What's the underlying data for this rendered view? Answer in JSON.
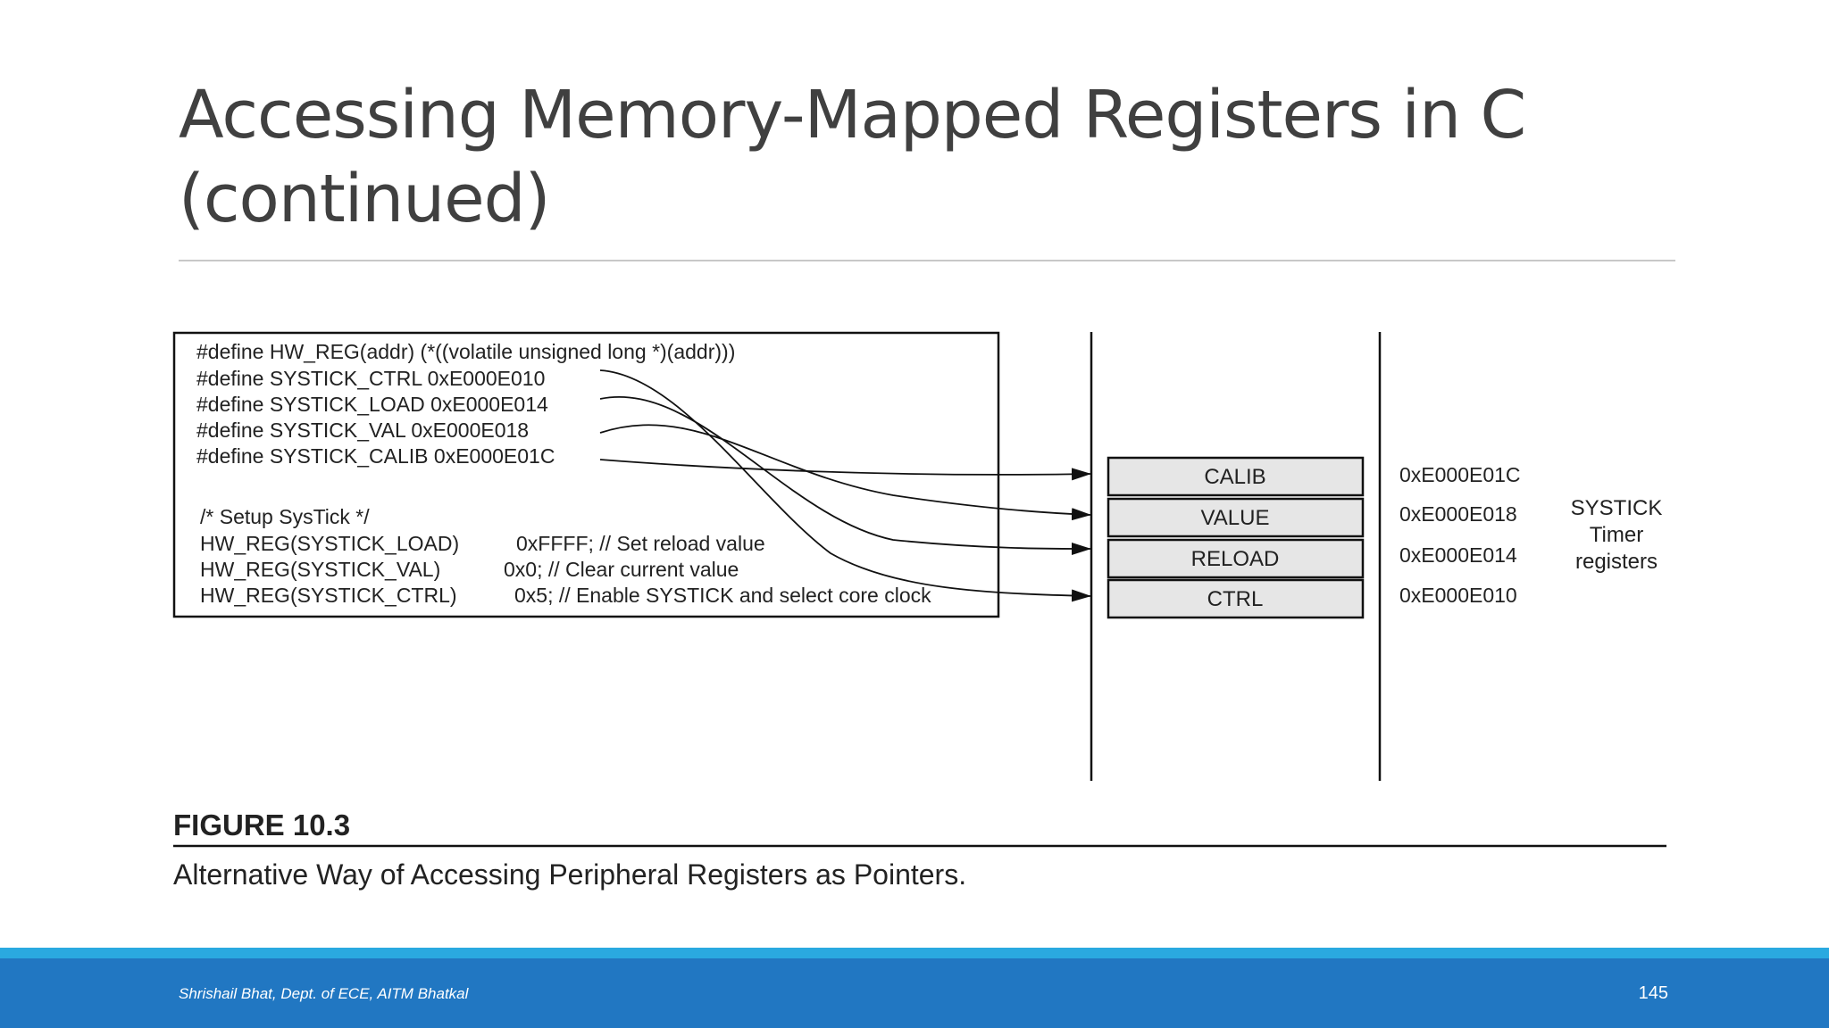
{
  "slide": {
    "title_line1": "Accessing Memory-Mapped Registers in C",
    "title_line2": "(continued)"
  },
  "figure": {
    "code_lines": [
      "#define  HW_REG(addr) (*((volatile unsigned long *)(addr)))",
      "#define  SYSTICK_CTRL  0xE000E010",
      "#define  SYSTICK_LOAD  0xE000E014",
      "#define  SYSTICK_VAL   0xE000E018",
      "#define  SYSTICK_CALIB 0xE000E01C"
    ],
    "setup_comment": "/* Setup SysTick */",
    "setup_lines": [
      {
        "call": "HW_REG(SYSTICK_LOAD)",
        "value": "0xFFFF; // Set reload value"
      },
      {
        "call": "HW_REG(SYSTICK_VAL)",
        "value": "0x0;    // Clear current value"
      },
      {
        "call": "HW_REG(SYSTICK_CTRL)",
        "value": "0x5;    // Enable SYSTICK and select core clock"
      }
    ],
    "registers": [
      {
        "name": "CALIB",
        "address": "0xE000E01C"
      },
      {
        "name": "VALUE",
        "address": "0xE000E018"
      },
      {
        "name": "RELOAD",
        "address": "0xE000E014"
      },
      {
        "name": "CTRL",
        "address": "0xE000E010"
      }
    ],
    "group_label": [
      "SYSTICK",
      "Timer",
      "registers"
    ],
    "figure_number": "FIGURE 10.3",
    "caption": "Alternative Way of Accessing Peripheral Registers as Pointers."
  },
  "footer": {
    "author": "Shrishail Bhat, Dept. of ECE, AITM Bhatkal",
    "page_number": "145"
  },
  "colors": {
    "accent_blue": "#2177c2",
    "accent_light_blue": "#2aa9e0",
    "register_fill": "#e6e6e6"
  }
}
